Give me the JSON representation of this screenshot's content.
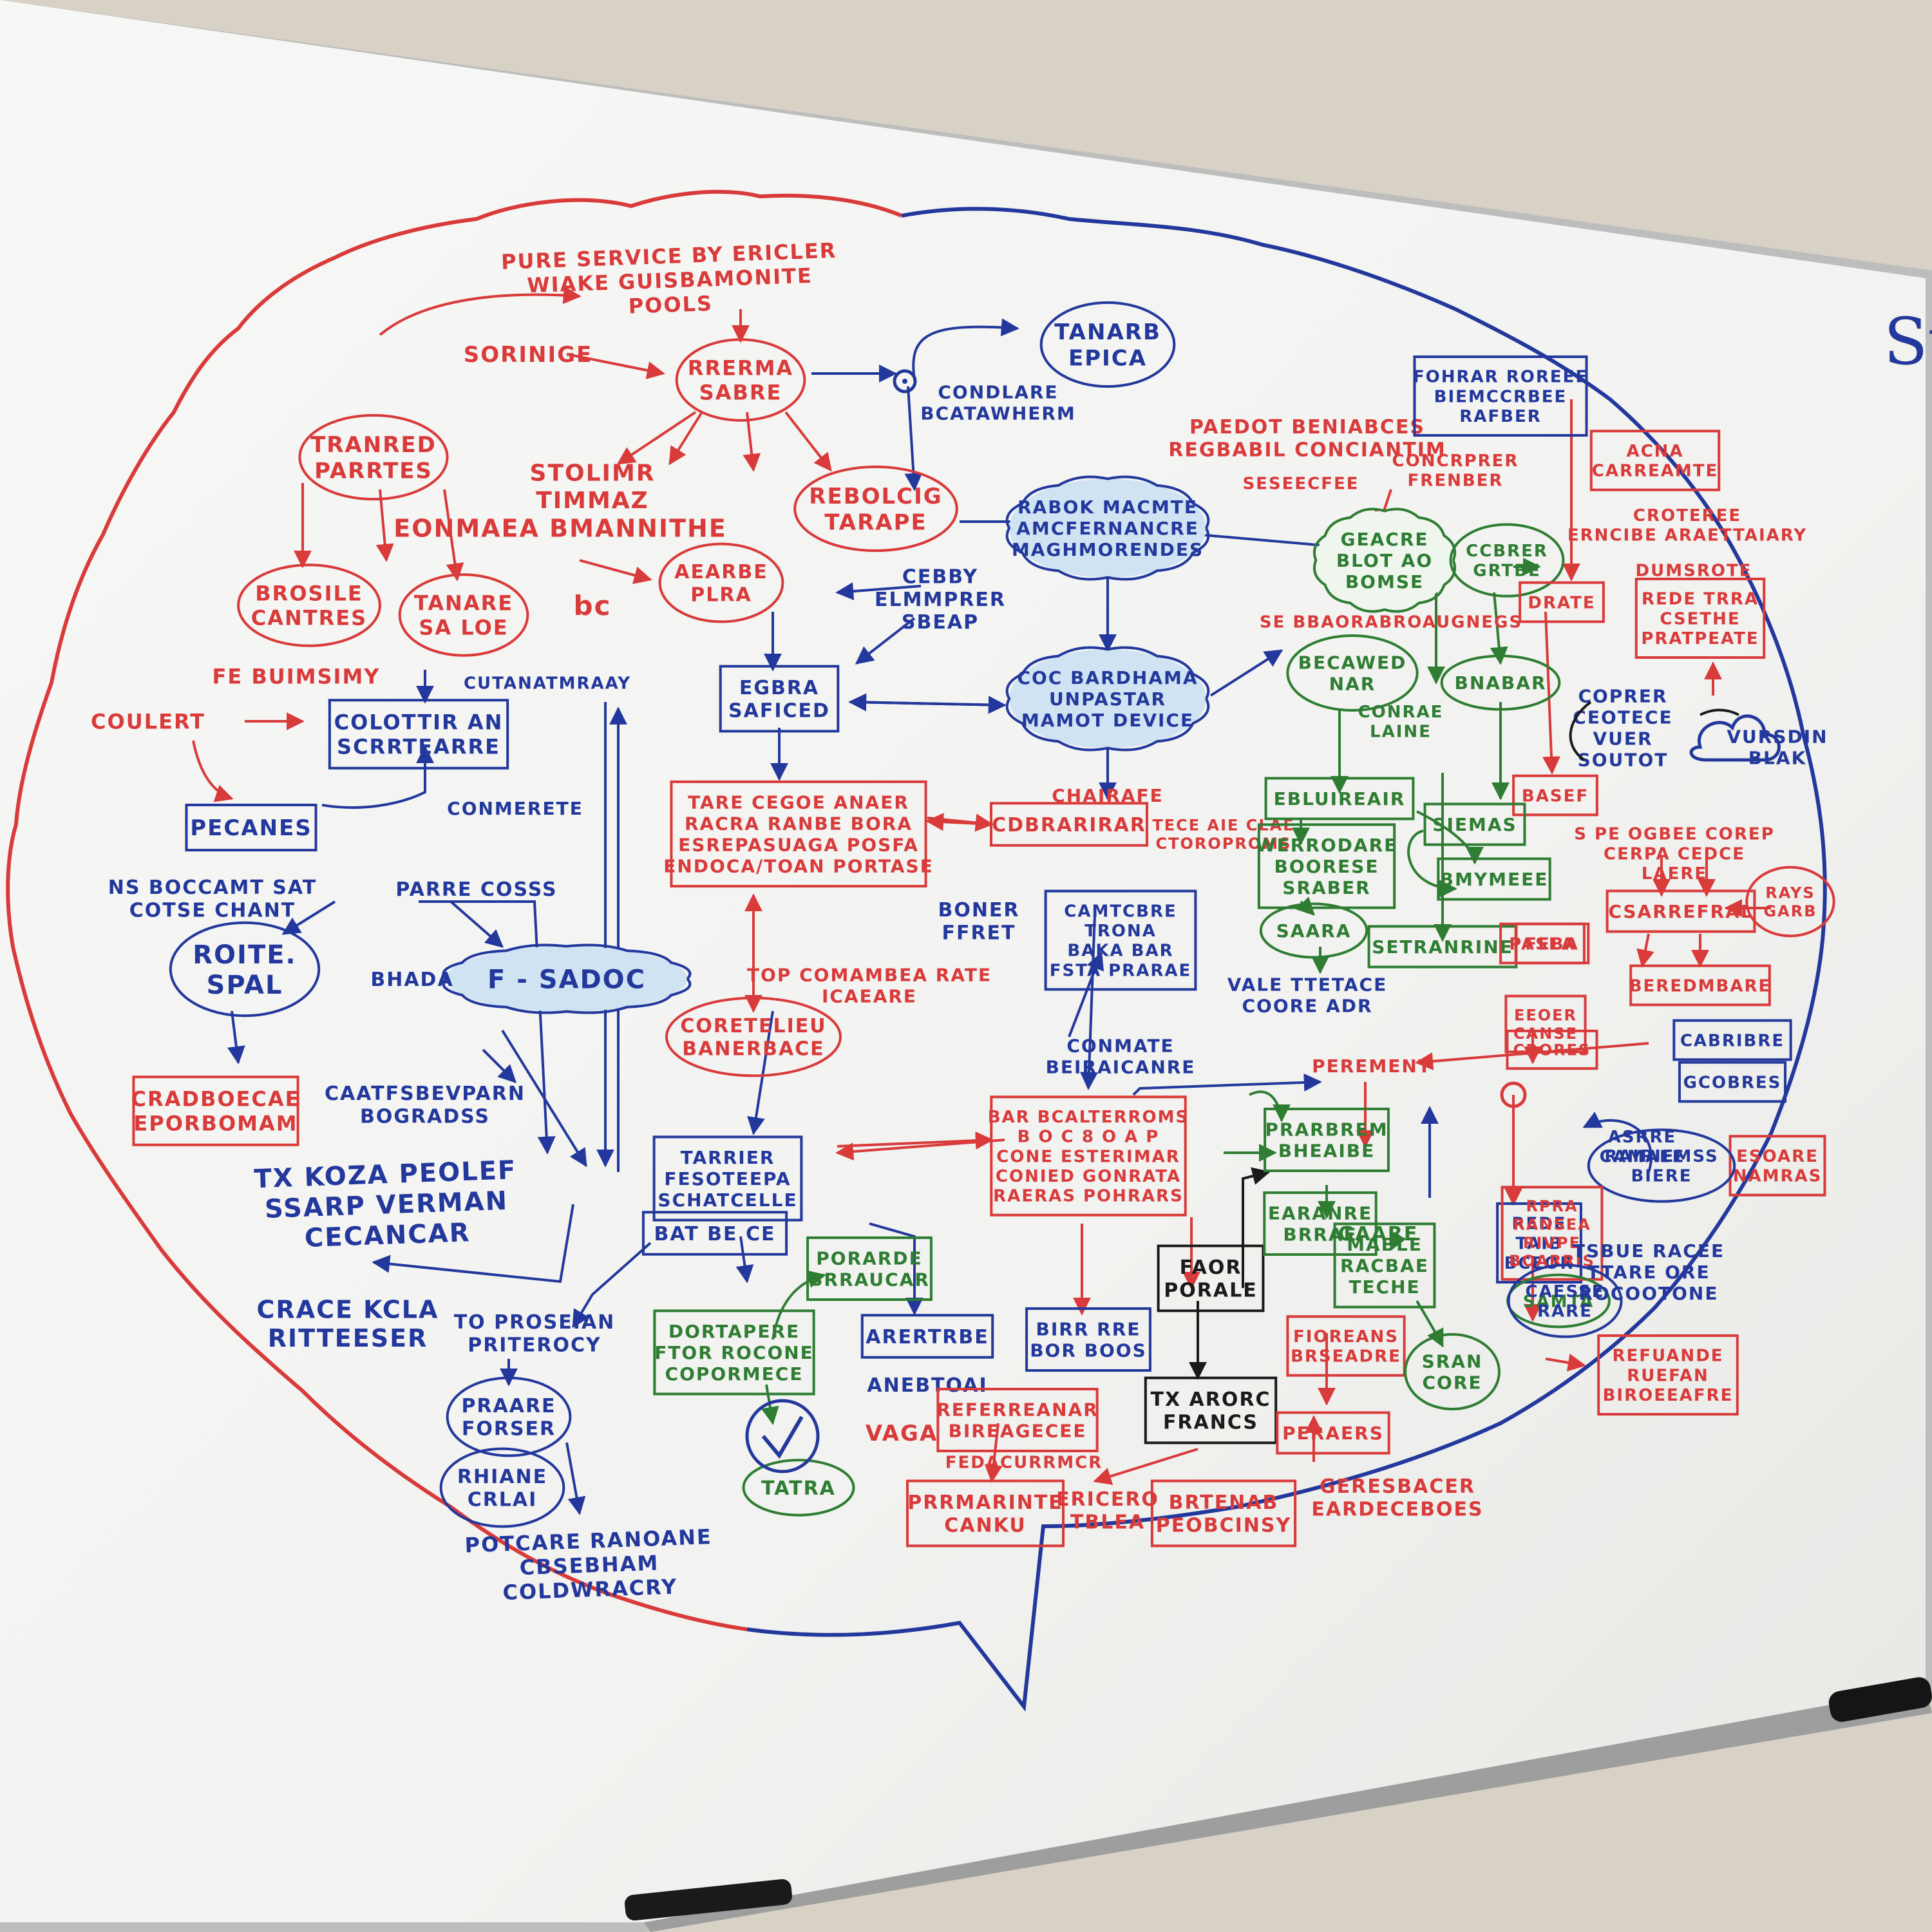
{
  "colors": {
    "red": "#d93a3a",
    "blue": "#23389c",
    "green": "#2e7d32",
    "black": "#1a1a1a",
    "board": "#f4f4f2",
    "wall": "#d8d2c6",
    "frame": "#b8b8b8"
  },
  "corner_text": "St",
  "nodes": [
    {
      "id": "title",
      "color": "red",
      "shape": "text",
      "lines": [
        "PURE SERVICE BY ERICLER",
        "WIAKE GUISBAMONITE",
        "POOLS"
      ]
    },
    {
      "id": "n1",
      "color": "red",
      "shape": "text",
      "lines": [
        "SORINIGE"
      ]
    },
    {
      "id": "n2",
      "color": "red",
      "shape": "ellipse",
      "lines": [
        "RRERMA",
        "SABRE"
      ]
    },
    {
      "id": "n3",
      "color": "red",
      "shape": "ellipse",
      "lines": [
        "TRANRED",
        "PARRTES"
      ]
    },
    {
      "id": "n4",
      "color": "red",
      "shape": "text",
      "lines": [
        "STOLIMR",
        "TIMMAZ"
      ]
    },
    {
      "id": "n5",
      "color": "red",
      "shape": "text",
      "lines": [
        "EONMAEA BMANNITHE"
      ]
    },
    {
      "id": "n6",
      "color": "red",
      "shape": "ellipse",
      "lines": [
        "REBOLCIG",
        "TARAPE"
      ]
    },
    {
      "id": "n7",
      "color": "red",
      "shape": "ellipse",
      "lines": [
        "AEARBE",
        "PLRA"
      ]
    },
    {
      "id": "n8",
      "color": "red",
      "shape": "text",
      "lines": [
        "bc"
      ]
    },
    {
      "id": "n9",
      "color": "red",
      "shape": "ellipse",
      "lines": [
        "BROSILE",
        "CANTRES"
      ]
    },
    {
      "id": "n10",
      "color": "red",
      "shape": "ellipse",
      "lines": [
        "TANARE",
        "SA LOE"
      ]
    },
    {
      "id": "n11",
      "color": "red",
      "shape": "text",
      "lines": [
        "FE BUIMSIMY"
      ]
    },
    {
      "id": "n12",
      "color": "red",
      "shape": "text",
      "lines": [
        "COULERT"
      ]
    },
    {
      "id": "n13",
      "color": "blue",
      "shape": "ellipse",
      "lines": [
        "TANARB",
        "EPICA"
      ]
    },
    {
      "id": "n14",
      "color": "blue",
      "shape": "text",
      "lines": [
        "CONDLARE",
        "BCATAWHERM"
      ]
    },
    {
      "id": "n15",
      "color": "blue",
      "shape": "cloud",
      "lines": [
        "RABOK MACMTE",
        "AMCFERNANCRE",
        "MAGHMORENDES"
      ]
    },
    {
      "id": "n16",
      "color": "blue",
      "shape": "text",
      "lines": [
        "CEBBY",
        "ELMMPRER",
        "SBEAP"
      ]
    },
    {
      "id": "n17",
      "color": "blue",
      "shape": "rect",
      "lines": [
        "EGBRA",
        "SAFICED"
      ]
    },
    {
      "id": "n18",
      "color": "blue",
      "shape": "text",
      "lines": [
        "CUTANATMRAAY"
      ]
    },
    {
      "id": "n19",
      "color": "blue",
      "shape": "rect",
      "lines": [
        "COLOTTIR AN",
        "SCRRTEARRE"
      ]
    },
    {
      "id": "n20",
      "color": "blue",
      "shape": "text",
      "lines": [
        "CONMERETE"
      ]
    },
    {
      "id": "n21",
      "color": "blue",
      "shape": "rect",
      "lines": [
        "PECANES"
      ]
    },
    {
      "id": "n22",
      "color": "blue",
      "shape": "cloud",
      "lines": [
        "COC BARDHAMA",
        "UNPASTAR",
        "MAMOT DEVICE"
      ]
    },
    {
      "id": "n23",
      "color": "blue",
      "shape": "text",
      "lines": [
        "NS BOCCAMT SAT",
        "COTSE CHANT"
      ]
    },
    {
      "id": "n24",
      "color": "blue",
      "shape": "text",
      "lines": [
        "PARRE COSSS"
      ]
    },
    {
      "id": "n25",
      "color": "blue",
      "shape": "ellipse",
      "lines": [
        "ROITE.",
        "SPAL"
      ]
    },
    {
      "id": "n26",
      "color": "blue",
      "shape": "cloud",
      "lines": [
        "F  -  SADOC"
      ]
    },
    {
      "id": "n27",
      "color": "blue",
      "shape": "text",
      "lines": [
        "BHADA"
      ]
    },
    {
      "id": "n28",
      "color": "red",
      "shape": "rect",
      "lines": [
        "TARE CEGOE ANAER",
        "RACRA RANBE BORA",
        "ESREPASUAGA POSFA",
        "ENDOCA/TOAN PORTASE"
      ]
    },
    {
      "id": "n29",
      "color": "red",
      "shape": "text",
      "lines": [
        "CHAIRAFE"
      ]
    },
    {
      "id": "n30",
      "color": "red",
      "shape": "rect",
      "lines": [
        "CDBRARIRAR"
      ]
    },
    {
      "id": "n31",
      "color": "red",
      "shape": "text",
      "lines": [
        "TECE AIE CLAE",
        "CTOROPROMS"
      ]
    },
    {
      "id": "n32",
      "color": "red",
      "shape": "ellipse",
      "lines": [
        "CORETELIEU",
        "BANERBACE"
      ]
    },
    {
      "id": "n33",
      "color": "red",
      "shape": "text",
      "lines": [
        "TOP COMAMBEA RATE",
        "ICAEARE"
      ]
    },
    {
      "id": "n34",
      "color": "red",
      "shape": "rect",
      "lines": [
        "CRADBOECAE",
        "EPORBOMAM"
      ]
    },
    {
      "id": "n35",
      "color": "blue",
      "shape": "text",
      "lines": [
        "CAATFSBEVPARN",
        "BOGRADSS"
      ]
    },
    {
      "id": "n36",
      "color": "blue",
      "shape": "text",
      "lines": [
        "TX KOZA PEOLEF",
        "SSARP VERMAN",
        "CECANCAR"
      ]
    },
    {
      "id": "n37",
      "color": "blue",
      "shape": "rect",
      "lines": [
        "TARRIER",
        "FESOTEEPA",
        "SCHATCELLE"
      ]
    },
    {
      "id": "n38",
      "color": "blue",
      "shape": "rect",
      "lines": [
        "BAT BE CE"
      ]
    },
    {
      "id": "n39",
      "color": "blue",
      "shape": "text",
      "lines": [
        "CRACE KCLA",
        "RITTEESER"
      ]
    },
    {
      "id": "n40",
      "color": "blue",
      "shape": "text",
      "lines": [
        "TO PROSEIAN",
        "PRITEROCY"
      ]
    },
    {
      "id": "n41",
      "color": "blue",
      "shape": "ellipse",
      "lines": [
        "PRAARE",
        "FORSER"
      ]
    },
    {
      "id": "n42",
      "color": "blue",
      "shape": "ellipse",
      "lines": [
        "RHIANE",
        "CRLAI"
      ]
    },
    {
      "id": "n43",
      "color": "blue",
      "shape": "text",
      "lines": [
        "POTCARE RANOANE",
        "CBSEBHAM",
        "COLDWRACRY"
      ]
    },
    {
      "id": "n44",
      "color": "blue",
      "shape": "text",
      "lines": [
        "BONER",
        "FFRET"
      ]
    },
    {
      "id": "n45",
      "color": "blue",
      "shape": "rect",
      "lines": [
        "CAMTCBRE",
        "TRONA",
        "BAKA BAR",
        "FSTA PRARAE"
      ]
    },
    {
      "id": "n46",
      "color": "blue",
      "shape": "text",
      "lines": [
        "CONMATE",
        "BEIRAICANRE"
      ]
    },
    {
      "id": "n47",
      "color": "red",
      "shape": "rect",
      "lines": [
        "BAR BCALTERROMS",
        "B O C 8 O A P",
        "CONE ESTERIMAR",
        "CONIED GONRATA",
        "RAERAS POHRARS"
      ]
    },
    {
      "id": "n48",
      "color": "green",
      "shape": "rect",
      "lines": [
        "PORARDE",
        "BRRAUCAR"
      ]
    },
    {
      "id": "n49",
      "color": "green",
      "shape": "rect",
      "lines": [
        "DORTAPERE",
        "FTOR ROCONE",
        "COPORMECE"
      ]
    },
    {
      "id": "n50",
      "color": "green",
      "shape": "ellipse",
      "lines": [
        "TATRA"
      ]
    },
    {
      "id": "n51",
      "color": "blue",
      "shape": "rect",
      "lines": [
        "ARERTRBE"
      ]
    },
    {
      "id": "n52",
      "color": "blue",
      "shape": "text",
      "lines": [
        "ANEBTOAI"
      ]
    },
    {
      "id": "n53",
      "color": "blue",
      "shape": "rect",
      "lines": [
        "BIRR RRE",
        "BOR BOOS"
      ]
    },
    {
      "id": "n54",
      "color": "red",
      "shape": "text",
      "lines": [
        "VAGA"
      ]
    },
    {
      "id": "n55",
      "color": "red",
      "shape": "rect",
      "lines": [
        "REFERREANAR",
        "BIREAGECEE"
      ]
    },
    {
      "id": "n56",
      "color": "red",
      "shape": "text",
      "lines": [
        "FEDACURRMCR"
      ]
    },
    {
      "id": "n57",
      "color": "red",
      "shape": "rect",
      "lines": [
        "PRRMARINTE",
        "CANKU"
      ]
    },
    {
      "id": "n58",
      "color": "red",
      "shape": "text",
      "lines": [
        "ERICERO",
        "TBLEA"
      ]
    },
    {
      "id": "n59",
      "color": "red",
      "shape": "rect",
      "lines": [
        "BRTENAB",
        "PEOBCINSY"
      ]
    },
    {
      "id": "n60",
      "color": "black",
      "shape": "rect",
      "lines": [
        "FAOR",
        "PORALE"
      ]
    },
    {
      "id": "n61",
      "color": "black",
      "shape": "rect",
      "lines": [
        "TX ARORC",
        "FRANCS"
      ]
    },
    {
      "id": "n62",
      "color": "red",
      "shape": "text",
      "lines": [
        "PAEDOT BENIABCES",
        "REGBABIL CONCIANTIM"
      ]
    },
    {
      "id": "n63",
      "color": "red",
      "shape": "text",
      "lines": [
        "CONCRPRER",
        "FRENBER"
      ]
    },
    {
      "id": "n64",
      "color": "red",
      "shape": "text",
      "lines": [
        "SESEECFEE"
      ]
    },
    {
      "id": "n65",
      "color": "green",
      "shape": "cloud",
      "lines": [
        "GEACRE",
        "BLOT AO",
        "BOMSE"
      ]
    },
    {
      "id": "n66",
      "color": "green",
      "shape": "ellipse",
      "lines": [
        "CCBRER",
        "GRTBE"
      ]
    },
    {
      "id": "n67",
      "color": "green",
      "shape": "ellipse",
      "lines": [
        "BECAWED",
        "NAR"
      ]
    },
    {
      "id": "n68",
      "color": "green",
      "shape": "ellipse",
      "lines": [
        "BNABAR"
      ]
    },
    {
      "id": "n69",
      "color": "red",
      "shape": "text",
      "lines": [
        "SE BBAORABROAUGNEGS"
      ]
    },
    {
      "id": "n70",
      "color": "blue",
      "shape": "rect",
      "lines": [
        "FOHRAR ROREEE",
        "BIEMCCRBEE",
        "RAFBER"
      ]
    },
    {
      "id": "n71",
      "color": "red",
      "shape": "rect",
      "lines": [
        "ACNA",
        "CARREAMTE"
      ]
    },
    {
      "id": "n72",
      "color": "red",
      "shape": "text",
      "lines": [
        "CROTEREE",
        "ERNCIBE ARAETTAIARY"
      ]
    },
    {
      "id": "n73",
      "color": "red",
      "shape": "rect",
      "lines": [
        "DRATE"
      ]
    },
    {
      "id": "n74",
      "color": "red",
      "shape": "text",
      "lines": [
        "DUMSROTE"
      ]
    },
    {
      "id": "n75",
      "color": "red",
      "shape": "rect",
      "lines": [
        "REDE TRRA",
        "CSETHE",
        "PRATPEATE"
      ]
    },
    {
      "id": "n76",
      "color": "blue",
      "shape": "text",
      "lines": [
        "COPRER",
        "CEOTECE",
        "VUER",
        "SOUTOT"
      ]
    },
    {
      "id": "n77",
      "color": "blue",
      "shape": "text",
      "lines": [
        "VURSDIN",
        "BLAK"
      ]
    },
    {
      "id": "n78",
      "color": "red",
      "shape": "rect",
      "lines": [
        "BASEF"
      ]
    },
    {
      "id": "n79",
      "color": "green",
      "shape": "rect",
      "lines": [
        "EBLUIREAIR"
      ]
    },
    {
      "id": "n80",
      "color": "green",
      "shape": "text",
      "lines": [
        "CONRAE",
        "LAINE"
      ]
    },
    {
      "id": "n81",
      "color": "green",
      "shape": "rect",
      "lines": [
        "SIEMAS"
      ]
    },
    {
      "id": "n82",
      "color": "green",
      "shape": "rect",
      "lines": [
        "BMYMEEE"
      ]
    },
    {
      "id": "n83",
      "color": "green",
      "shape": "rect",
      "lines": [
        "WERRODARE",
        "BOORESE",
        "SRABER"
      ]
    },
    {
      "id": "n84",
      "color": "green",
      "shape": "ellipse",
      "lines": [
        "SAARA"
      ]
    },
    {
      "id": "n85",
      "color": "green",
      "shape": "rect",
      "lines": [
        "SETRANRINE"
      ]
    },
    {
      "id": "n86",
      "color": "blue",
      "shape": "text",
      "lines": [
        "VALE TTETACE",
        "COORE ADR"
      ]
    },
    {
      "id": "n87",
      "color": "red",
      "shape": "text",
      "lines": [
        "S PE OGBEE COREP",
        "CERPA CEDCE",
        "LAERE"
      ]
    },
    {
      "id": "n88",
      "color": "red",
      "shape": "rect",
      "lines": [
        "CSARREFRAL"
      ]
    },
    {
      "id": "n89",
      "color": "red",
      "shape": "ellipse",
      "lines": [
        "RAYS",
        "GARB"
      ]
    },
    {
      "id": "n90",
      "color": "red",
      "shape": "rect",
      "lines": [
        "FEBA"
      ]
    },
    {
      "id": "n91",
      "color": "red",
      "shape": "rect",
      "lines": [
        "BEREDMBARE"
      ]
    },
    {
      "id": "n92",
      "color": "red",
      "shape": "rect",
      "lines": [
        "EEOER",
        "CANSE"
      ]
    },
    {
      "id": "n93",
      "color": "red",
      "shape": "rect",
      "lines": [
        "CRORES"
      ]
    },
    {
      "id": "n94",
      "color": "blue",
      "shape": "rect",
      "lines": [
        "CABRIBRE"
      ]
    },
    {
      "id": "n95",
      "color": "blue",
      "shape": "rect",
      "lines": [
        "GCOBRES"
      ]
    },
    {
      "id": "n96",
      "color": "red",
      "shape": "rect",
      "lines": [
        "ESOARE",
        "NAMRAS"
      ]
    },
    {
      "id": "n97",
      "color": "red",
      "shape": "text",
      "lines": [
        "PEREMENT"
      ]
    },
    {
      "id": "n98",
      "color": "green",
      "shape": "rect",
      "lines": [
        "PRARBREM",
        "BHEAIBE"
      ]
    },
    {
      "id": "n99",
      "color": "green",
      "shape": "rect",
      "lines": [
        "EARANRE",
        "BRRAE"
      ]
    },
    {
      "id": "n100",
      "color": "green",
      "shape": "text",
      "lines": [
        "GAARE"
      ]
    },
    {
      "id": "n101",
      "color": "green",
      "shape": "rect",
      "lines": [
        "MABLE",
        "RACBAE",
        "TECHE"
      ]
    },
    {
      "id": "n102",
      "color": "blue",
      "shape": "text",
      "lines": [
        "ASRRE",
        "CAMAEE"
      ]
    },
    {
      "id": "n103",
      "color": "blue",
      "shape": "ellipse",
      "lines": [
        "RAIRIEMSS",
        "BIERE"
      ]
    },
    {
      "id": "n104",
      "color": "blue",
      "shape": "rect",
      "lines": [
        "REDE",
        "TAIB",
        "BCEOR"
      ]
    },
    {
      "id": "n105",
      "color": "red",
      "shape": "rect",
      "lines": [
        "RPRA",
        "RANSEA",
        "RIVPE",
        "BOARRIS"
      ]
    },
    {
      "id": "n106",
      "color": "red",
      "shape": "rect",
      "lines": [
        "REFUANDE",
        "RUEFAN",
        "BIROEEAFRE"
      ]
    },
    {
      "id": "n107",
      "color": "red",
      "shape": "rect",
      "lines": [
        "FIOREANS",
        "BRSEADRE"
      ]
    },
    {
      "id": "n108",
      "color": "red",
      "shape": "rect",
      "lines": [
        "PERAERS"
      ]
    },
    {
      "id": "n109",
      "color": "red",
      "shape": "text",
      "lines": [
        "GERESBACER",
        "EARDECEBOES"
      ]
    },
    {
      "id": "n110",
      "color": "green",
      "shape": "ellipse",
      "lines": [
        "SRAN",
        "CORE"
      ]
    },
    {
      "id": "n111",
      "color": "green",
      "shape": "ellipse",
      "lines": [
        "SAMTA"
      ]
    },
    {
      "id": "n112",
      "color": "blue",
      "shape": "text",
      "lines": [
        "TSBUE RACEE",
        "TTARE ORE",
        "ROCOOTONE"
      ]
    },
    {
      "id": "n113",
      "color": "blue",
      "shape": "ellipse",
      "lines": [
        "CAESSE",
        "RARE"
      ]
    },
    {
      "id": "n114",
      "color": "red",
      "shape": "rect",
      "lines": [
        "PASEA"
      ]
    }
  ]
}
